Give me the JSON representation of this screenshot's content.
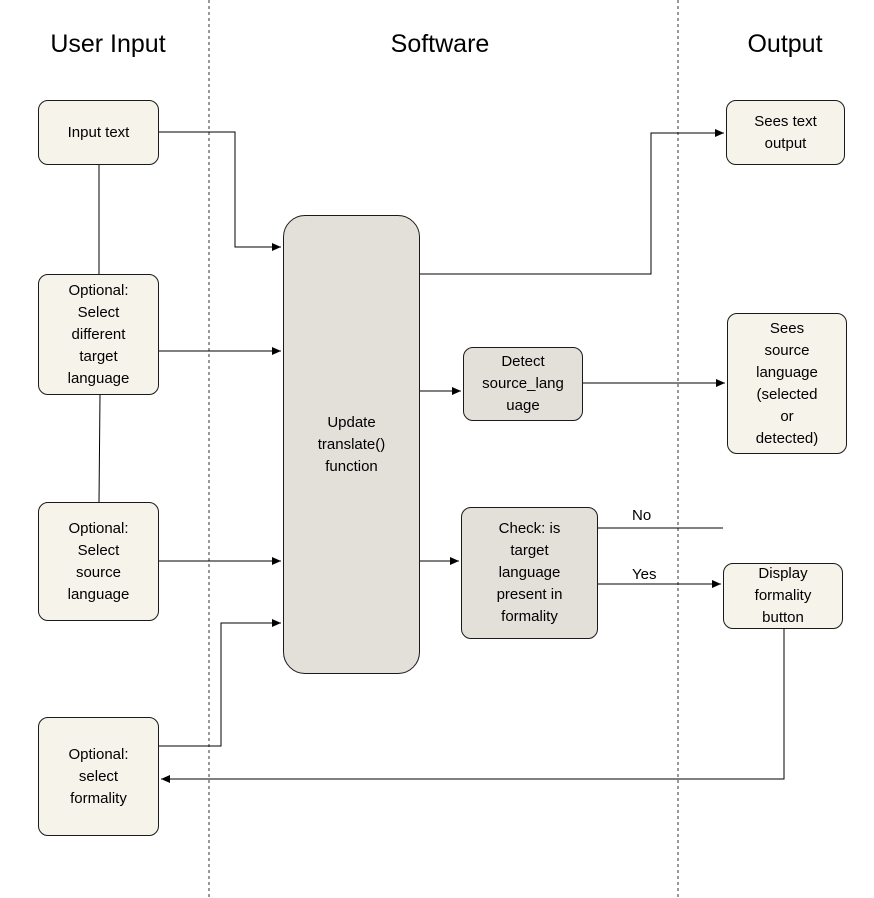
{
  "columns": {
    "user_input": "User Input",
    "software": "Software",
    "output": "Output"
  },
  "user_input": {
    "input_text": "Input text",
    "target_language": "Optional:\nSelect\ndifferent\ntarget\nlanguage",
    "source_language": "Optional:\nSelect\nsource\nlanguage",
    "formality": "Optional:\nselect\nformality"
  },
  "software": {
    "translate_function": "Update\ntranslate()\nfunction",
    "detect_source": "Detect\nsource_lang\nuage",
    "check_formality": "Check: is\ntarget\nlanguage\npresent in\nformality"
  },
  "output": {
    "text_output": "Sees text\noutput",
    "source_language": "Sees\nsource\nlanguage\n(selected\nor\ndetected)",
    "formality_button": "Display\nformality\nbutton"
  },
  "edge_labels": {
    "no": "No",
    "yes": "Yes"
  }
}
